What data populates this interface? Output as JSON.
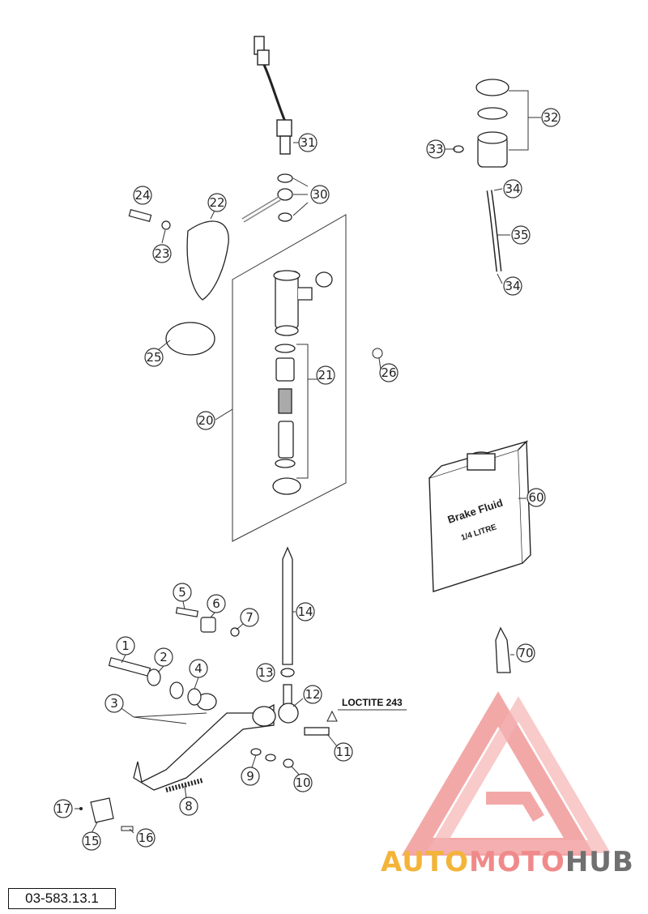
{
  "diagram_code": "03-583.13.1",
  "loctite_note": "LOCTITE 243",
  "bottle": {
    "line1": "Brake Fluid",
    "line2": "1/4 LITRE"
  },
  "watermark": {
    "part1": "AUTO",
    "part2": "MOTO",
    "part3": "HUB",
    "colors": [
      "#f3b43a",
      "#f08a8a",
      "#707070"
    ]
  },
  "callouts": [
    "1",
    "2",
    "3",
    "4",
    "5",
    "6",
    "7",
    "8",
    "9",
    "10",
    "11",
    "12",
    "13",
    "14",
    "15",
    "16",
    "17",
    "20",
    "21",
    "22",
    "23",
    "24",
    "25",
    "26",
    "30",
    "31",
    "32",
    "33",
    "34",
    "34",
    "35",
    "60",
    "70"
  ]
}
